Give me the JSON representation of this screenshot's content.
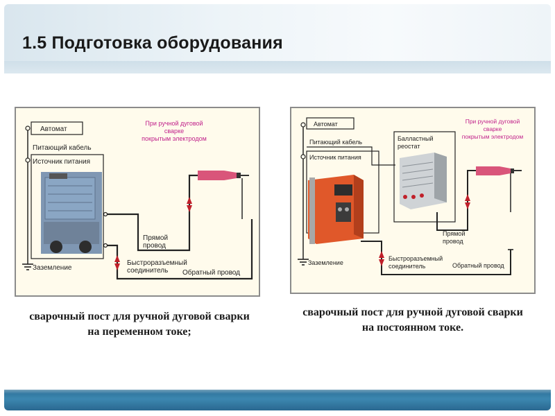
{
  "slide": {
    "title": "1.5 Подготовка оборудования"
  },
  "diagram_ac": {
    "labels": {
      "breaker": "Автомат",
      "supply_cable": "Питающий кабель",
      "power_source": "Источник питания",
      "note_line1": "При ручной дуговой",
      "note_line2": "сварке",
      "note_line3": "покрытым электродом",
      "direct_wire_line1": "Прямой",
      "direct_wire_line2": "провод",
      "ground": "Заземление",
      "connector_line1": "Быстроразъемный",
      "connector_line2": "соединитель",
      "return_wire": "Обратный провод"
    },
    "caption": "сварочный пост для ручной дуговой сварки на переменном токе;"
  },
  "diagram_dc": {
    "labels": {
      "breaker": "Автомат",
      "supply_cable": "Питающий кабель",
      "power_source": "Источник питания",
      "rheostat_line1": "Балластный",
      "rheostat_line2": "реостат",
      "note_line1": "При ручной дуговой",
      "note_line2": "сварке",
      "note_line3": "покрытым электродом",
      "direct_wire_line1": "Прямой",
      "direct_wire_line2": "провод",
      "ground": "Заземление",
      "connector_line1": "Быстроразъемный",
      "connector_line2": "соединитель",
      "return_wire": "Обратный провод"
    },
    "caption": "сварочный пост для ручной дуговой сварки на постоянном токе."
  },
  "colors": {
    "note_text": "#c0208a",
    "electrode_holder": "#d9557a",
    "wire": "#222222",
    "dc_unit_orange": "#e0582a"
  }
}
